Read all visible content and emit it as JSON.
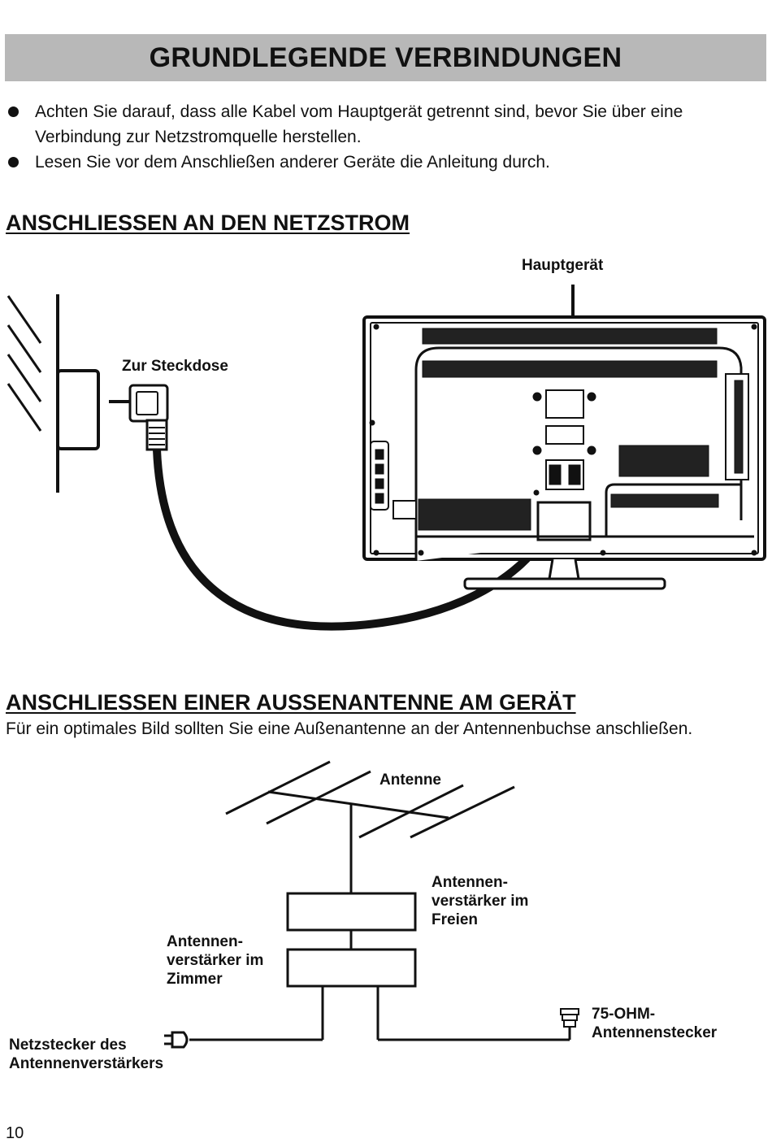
{
  "header": {
    "title": "GRUNDLEGENDE VERBINDUNGEN"
  },
  "bullets": [
    "Achten Sie darauf, dass alle Kabel vom Hauptgerät getrennt sind, bevor Sie über eine Verbindung zur Netzstromquelle herstellen.",
    "Lesen Sie vor dem Anschließen anderer Geräte die Anleitung durch."
  ],
  "section_power": {
    "title": "ANSCHLIESSEN AN DEN NETZSTROM",
    "label_main_unit": "Hauptgerät",
    "label_socket": "Zur Steckdose"
  },
  "section_antenna": {
    "title": "ANSCHLIESSEN EINER AUSSENANTENNE AM GERÄT",
    "intro": "Für ein optimales Bild sollten Sie eine Außenantenne an der Antennenbuchse anschließen.",
    "label_antenna": "Antenne",
    "label_outdoor_amp": [
      "Antennen-",
      "verstärker im",
      "Freien"
    ],
    "label_indoor_amp": [
      "Antennen-",
      "verstärker im",
      "Zimmer"
    ],
    "label_plug": [
      "Netzstecker des",
      "Antennenverstärkers"
    ],
    "label_connector": [
      "75-OHM-",
      "Antennenstecker"
    ]
  },
  "footer": {
    "page_number": "10"
  }
}
